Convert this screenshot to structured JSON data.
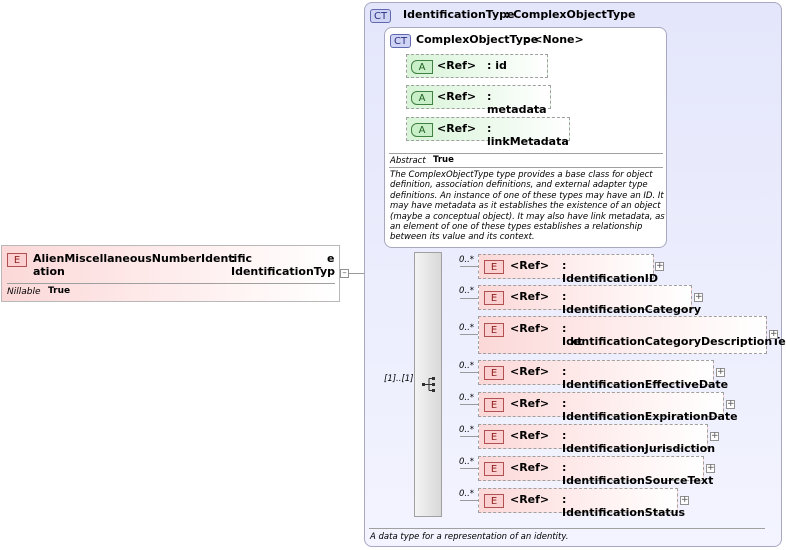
{
  "root_element": {
    "badge": "E",
    "name": "AlienMiscellaneousNumberIdentific",
    "name_wrap": "ation",
    "type": ": IdentificationTyp",
    "type_wrap": "e",
    "nillable_label": "Nillable",
    "nillable_value": "True",
    "collapse_symbol": "–"
  },
  "type_card": {
    "badge": "CT",
    "name": "IdentificationType",
    "base": ": ComplexObjectType",
    "documentation": "A data type for a representation of an identity."
  },
  "base_card": {
    "badge": "CT",
    "name": "ComplexObjectType",
    "base": ": <None>",
    "abstract_label": "Abstract",
    "abstract_value": "True",
    "documentation": "The ComplexObjectType type provides a base class for object definition, association definitions, and external adapter type definitions. An instance of one of these types may have an ID. It may have metadata as it establishes the existence of an object (maybe a conceptual object). It may also have link metadata, as an element of one of these types establishes a relationship between its value and its context.",
    "attributes": [
      {
        "badge": "A",
        "ref": "<Ref>",
        "name": ": id"
      },
      {
        "badge": "A",
        "ref": "<Ref>",
        "name": ": metadata"
      },
      {
        "badge": "A",
        "ref": "<Ref>",
        "name": ": linkMetadata"
      }
    ]
  },
  "sequence": {
    "multiplicity": "[1]..[1]",
    "icon": "sequence-icon"
  },
  "elements": [
    {
      "badge": "E",
      "ref": "<Ref>",
      "name": ": IdentificationID",
      "name_wrap": "",
      "card": "0..*"
    },
    {
      "badge": "E",
      "ref": "<Ref>",
      "name": ": IdentificationCategory",
      "name_wrap": "",
      "card": "0..*"
    },
    {
      "badge": "E",
      "ref": "<Ref>",
      "name": ": IdentificationCategoryDescriptionTe",
      "name_wrap": "xt",
      "card": "0..*"
    },
    {
      "badge": "E",
      "ref": "<Ref>",
      "name": ": IdentificationEffectiveDate",
      "name_wrap": "",
      "card": "0..*"
    },
    {
      "badge": "E",
      "ref": "<Ref>",
      "name": ": IdentificationExpirationDate",
      "name_wrap": "",
      "card": "0..*"
    },
    {
      "badge": "E",
      "ref": "<Ref>",
      "name": ": IdentificationJurisdiction",
      "name_wrap": "",
      "card": "0..*"
    },
    {
      "badge": "E",
      "ref": "<Ref>",
      "name": ": IdentificationSourceText",
      "name_wrap": "",
      "card": "0..*"
    },
    {
      "badge": "E",
      "ref": "<Ref>",
      "name": ": IdentificationStatus",
      "name_wrap": "",
      "card": "0..*"
    }
  ],
  "expand_symbol": "+"
}
